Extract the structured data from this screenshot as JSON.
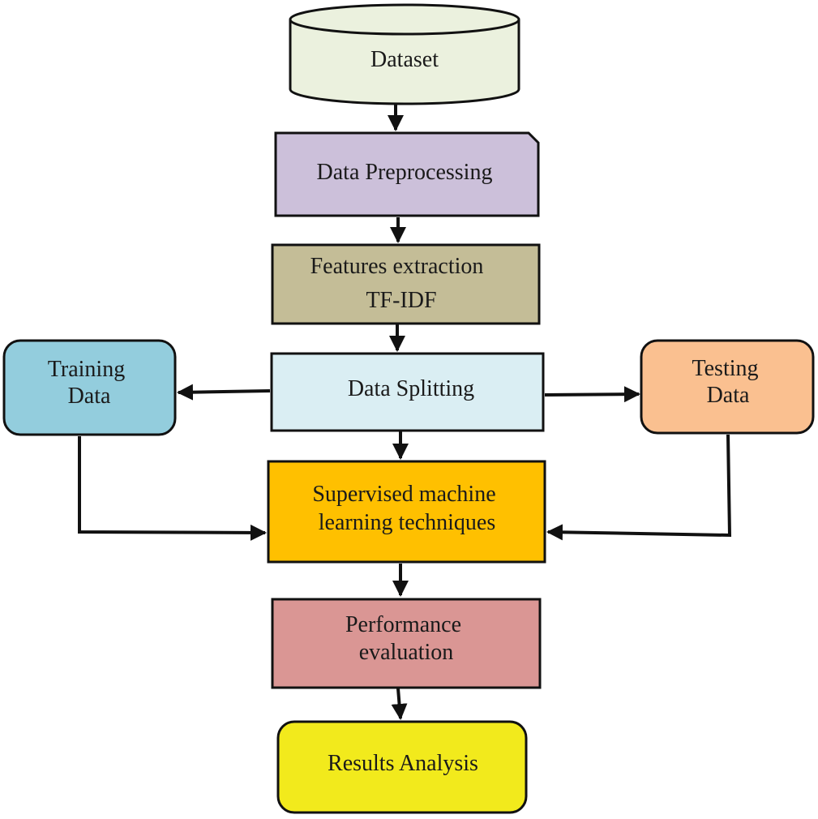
{
  "nodes": {
    "dataset": {
      "lines": [
        "Dataset"
      ],
      "color": "#ebf1de"
    },
    "preprocessing": {
      "lines": [
        "Data Preprocessing"
      ],
      "color": "#ccc0da"
    },
    "features": {
      "lines": [
        "Features extraction",
        "TF-IDF"
      ],
      "color": "#c4bd97"
    },
    "splitting": {
      "lines": [
        "Data Splitting"
      ],
      "color": "#daeef3"
    },
    "training": {
      "lines": [
        "Training",
        "Data"
      ],
      "color": "#93cddd"
    },
    "testing": {
      "lines": [
        "Testing",
        "Data"
      ],
      "color": "#fac090"
    },
    "supervised": {
      "lines": [
        "Supervised machine",
        "learning techniques"
      ],
      "color": "#ffc000"
    },
    "performance": {
      "lines": [
        "Performance",
        "evaluation"
      ],
      "color": "#da9694"
    },
    "results": {
      "lines": [
        "Results Analysis"
      ],
      "color": "#f2ea1c"
    }
  }
}
